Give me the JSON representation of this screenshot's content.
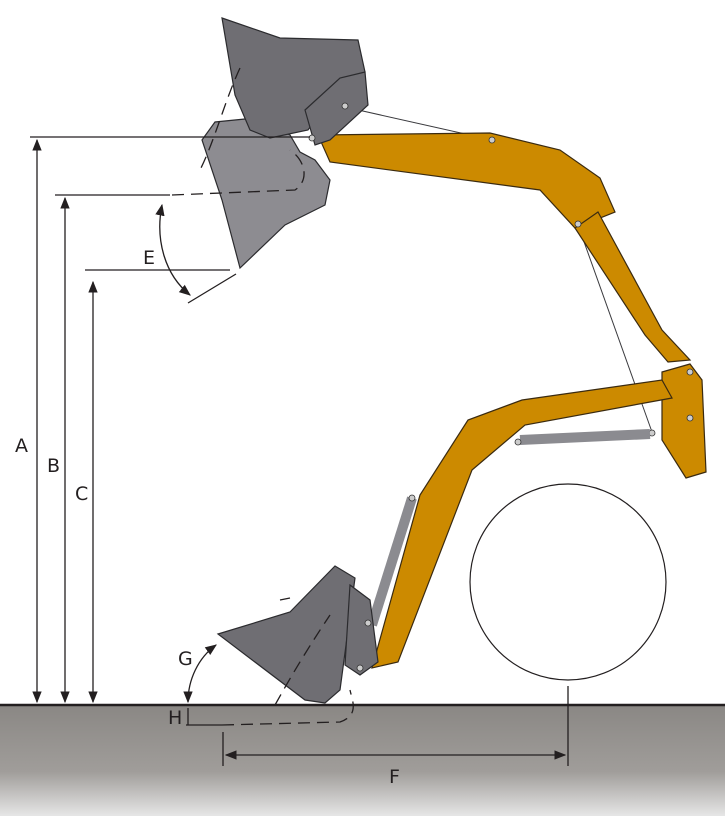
{
  "diagram": {
    "labels": {
      "A": "A",
      "B": "B",
      "C": "C",
      "E": "E",
      "F": "F",
      "G": "G",
      "H": "H"
    },
    "colors": {
      "arm": "#cc8a00",
      "bucket": "#6f6e73",
      "ground": "#8a8784"
    }
  }
}
